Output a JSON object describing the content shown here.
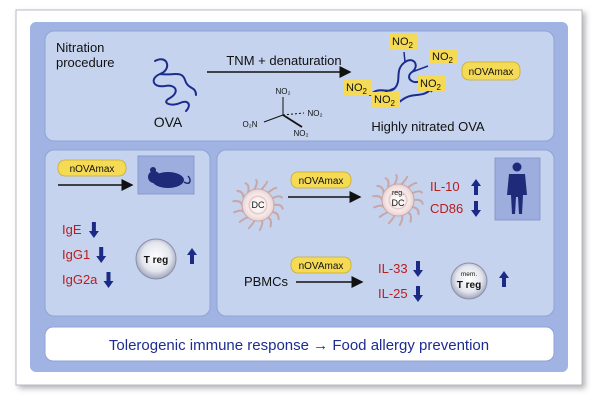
{
  "top_panel": {
    "title_line1": "Nitration",
    "title_line2": "procedure",
    "arrow_label": "TNM + denaturation",
    "left_label": "OVA",
    "right_label": "Highly nitrated OVA",
    "badge": "nOVAmax",
    "no2_label": "NO",
    "no2_sub": "2",
    "tnm_no2_label": "NO₂",
    "tnm_o2n_label": "O₂N"
  },
  "left_panel": {
    "badge": "nOVAmax",
    "antibodies": [
      {
        "label": "IgE",
        "direction": "down"
      },
      {
        "label": "IgG1",
        "direction": "down"
      },
      {
        "label": "IgG2a",
        "direction": "down"
      }
    ],
    "treg_label": "T reg",
    "treg_direction": "up"
  },
  "right_panel": {
    "dc_label": "DC",
    "badge_top": "nOVAmax",
    "reg_dc_line1": "reg.",
    "reg_dc_line2": "DC",
    "markers": [
      {
        "label": "IL-10",
        "direction": "up"
      },
      {
        "label": "CD86",
        "direction": "down"
      }
    ],
    "pbmc_label": "PBMCs",
    "badge_bottom": "nOVAmax",
    "cytokines": [
      {
        "label": "IL-33",
        "direction": "down"
      },
      {
        "label": "IL-25",
        "direction": "down"
      }
    ],
    "mem_treg_line1": "mem.",
    "mem_treg_line2": "T reg",
    "mem_treg_direction": "up"
  },
  "bottom_banner": {
    "text": "Tolerogenic immune response → Food allergy prevention"
  },
  "colors": {
    "panel_bg": "#c5d3ee",
    "panel_border": "#93a8d8",
    "outer_bg": "#a0b3e2",
    "badge_fill": "#f5da55",
    "red_text": "#b81e1e",
    "navy": "#1b2a86",
    "banner_text": "#1d2c90"
  }
}
